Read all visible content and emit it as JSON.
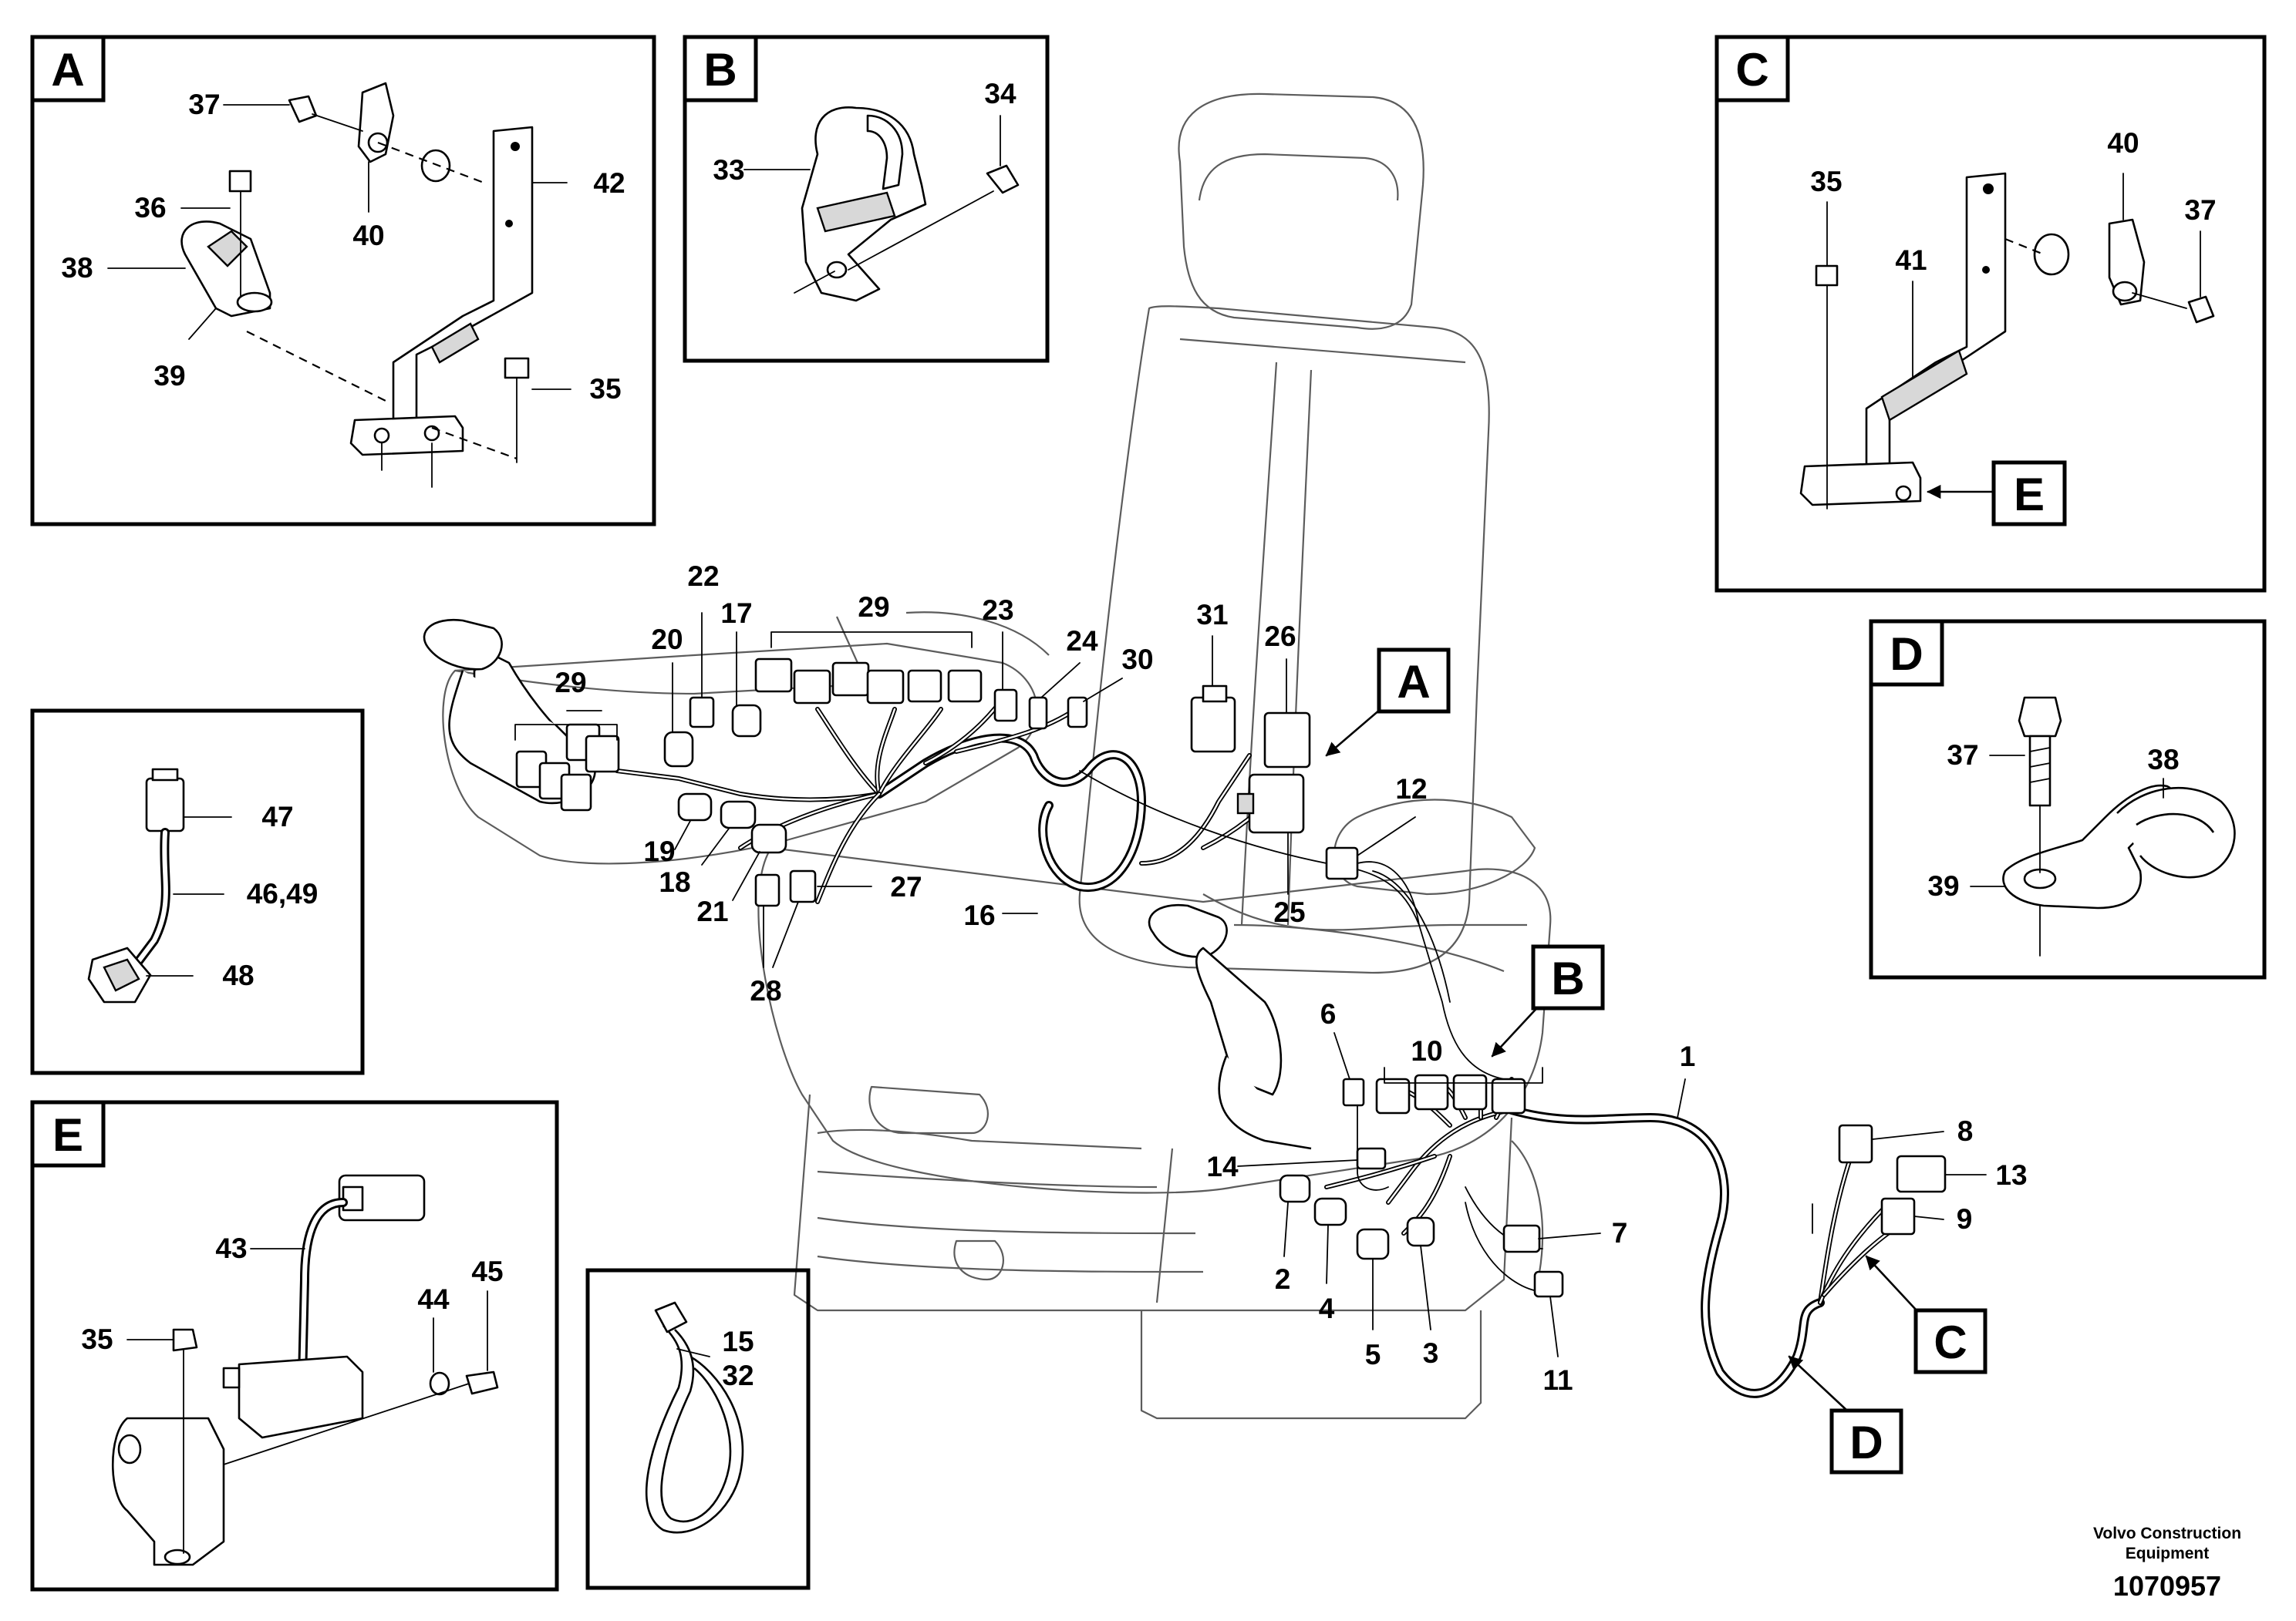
{
  "panels": {
    "A": {
      "tag": "A",
      "labels": [
        "37",
        "40",
        "36",
        "38",
        "39",
        "42",
        "35"
      ]
    },
    "B": {
      "tag": "B",
      "labels": [
        "33",
        "34"
      ]
    },
    "C": {
      "tag": "C",
      "labels": [
        "35",
        "40",
        "37",
        "41"
      ],
      "ref_tag": "E"
    },
    "D": {
      "tag": "D",
      "labels": [
        "37",
        "38",
        "39"
      ]
    },
    "F": {
      "labels": [
        "47",
        "46,49",
        "48"
      ]
    },
    "E": {
      "tag": "E",
      "labels": [
        "43",
        "45",
        "44",
        "35"
      ]
    },
    "G": {
      "labels": [
        "15",
        "32"
      ]
    }
  },
  "main": {
    "callouts": {
      "c1": "1",
      "c2": "2",
      "c3": "3",
      "c4": "4",
      "c5": "5",
      "c6": "6",
      "c7": "7",
      "c8": "8",
      "c9": "9",
      "c10": "10",
      "c11": "11",
      "c12": "12",
      "c13": "13",
      "c14": "14",
      "c16": "16",
      "c17": "17",
      "c18": "18",
      "c19": "19",
      "c20": "20",
      "c21": "21",
      "c22": "22",
      "c23": "23",
      "c24": "24",
      "c25": "25",
      "c26": "26",
      "c27": "27",
      "c28": "28",
      "c29a": "29",
      "c29b": "29",
      "c30": "30",
      "c31": "31"
    },
    "ref_tags": {
      "A": "A",
      "B": "B",
      "C": "C",
      "D": "D"
    }
  },
  "footer": {
    "company_line1": "Volvo Construction",
    "company_line2": "Equipment",
    "doc_number": "1070957"
  }
}
